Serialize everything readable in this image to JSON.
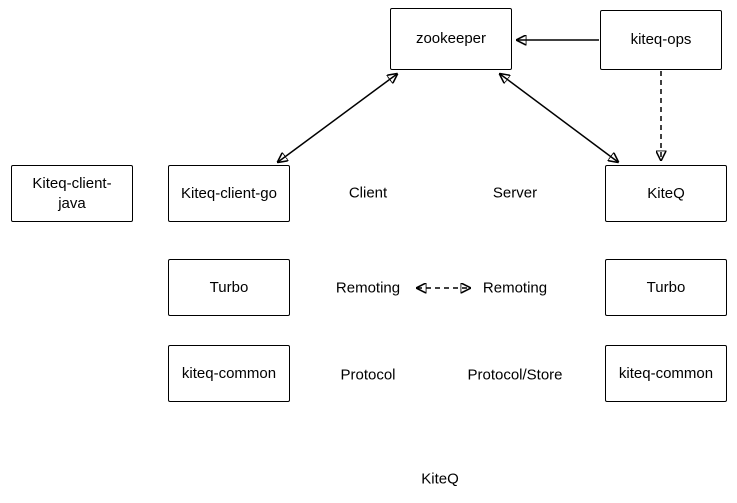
{
  "diagram": {
    "title_caption": "KiteQ",
    "colors": {
      "stroke": "#000000",
      "fill": "#ffffff",
      "text": "#000000"
    },
    "nodes": [
      {
        "id": "zookeeper",
        "label": "zookeeper"
      },
      {
        "id": "kiteq-ops",
        "label": "kiteq-ops"
      },
      {
        "id": "kiteq-client-java",
        "label": "Kiteq-client-\njava"
      },
      {
        "id": "kiteq-client-go",
        "label": "Kiteq-client-go"
      },
      {
        "id": "kiteq",
        "label": "KiteQ"
      },
      {
        "id": "turbo-client",
        "label": "Turbo"
      },
      {
        "id": "turbo-server",
        "label": "Turbo"
      },
      {
        "id": "kiteq-common-client",
        "label": "kiteq-common"
      },
      {
        "id": "kiteq-common-server",
        "label": "kiteq-common"
      }
    ],
    "labels": [
      {
        "id": "client",
        "text": "Client"
      },
      {
        "id": "server",
        "text": "Server"
      },
      {
        "id": "remoting-client",
        "text": "Remoting"
      },
      {
        "id": "remoting-server",
        "text": "Remoting"
      },
      {
        "id": "protocol",
        "text": "Protocol"
      },
      {
        "id": "protocol-store",
        "text": "Protocol/Store"
      }
    ],
    "edges": [
      {
        "id": "client-go-zookeeper",
        "from": "kiteq-client-go",
        "to": "zookeeper",
        "style": "solid",
        "arrows": "both"
      },
      {
        "id": "zookeeper-kiteq",
        "from": "zookeeper",
        "to": "kiteq",
        "style": "solid",
        "arrows": "both"
      },
      {
        "id": "ops-zookeeper",
        "from": "kiteq-ops",
        "to": "zookeeper",
        "style": "solid",
        "arrows": "end"
      },
      {
        "id": "ops-kiteq",
        "from": "kiteq-ops",
        "to": "kiteq",
        "style": "dashed",
        "arrows": "end"
      },
      {
        "id": "remoting-remoting",
        "from": "remoting-client",
        "to": "remoting-server",
        "style": "dashed",
        "arrows": "both"
      }
    ]
  }
}
